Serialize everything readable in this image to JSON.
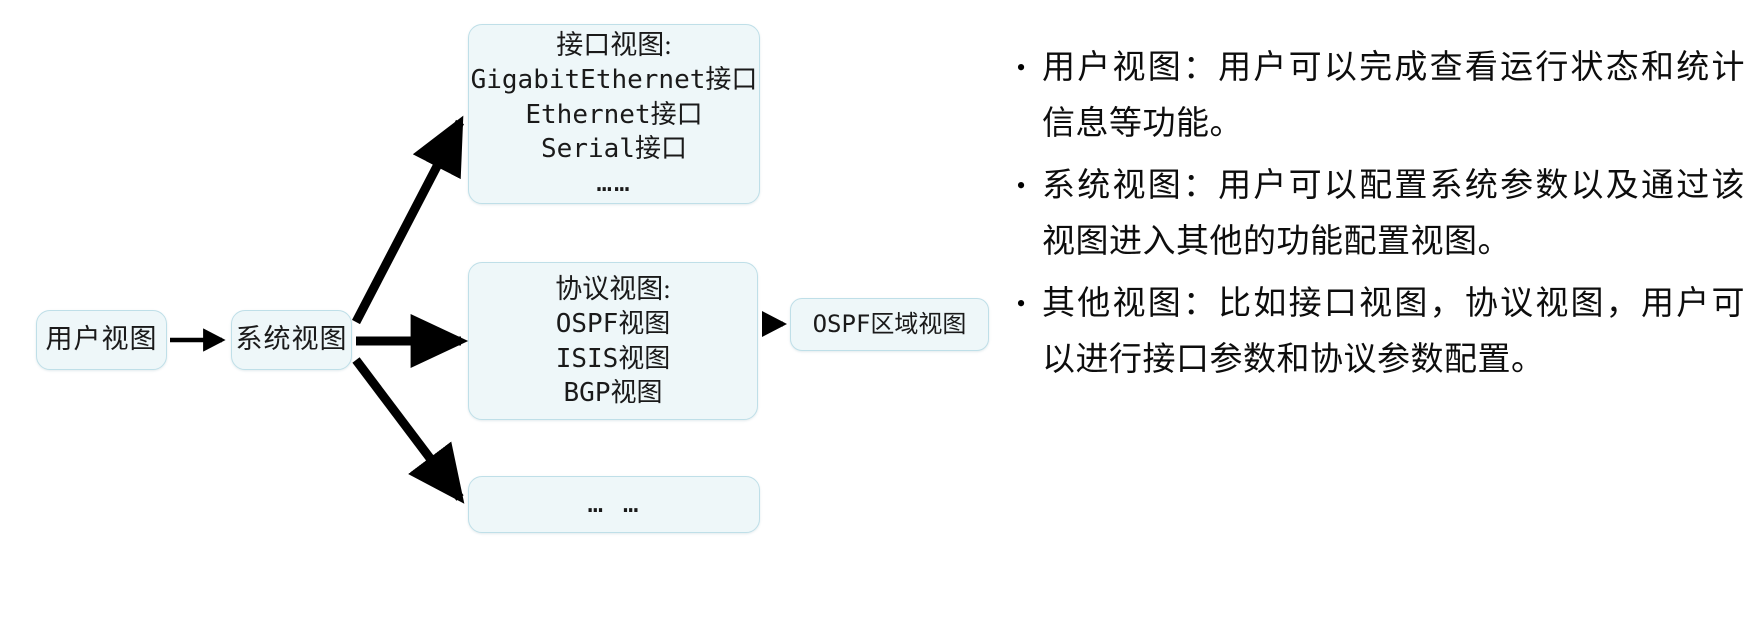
{
  "diagram": {
    "nodes": {
      "user_view": {
        "label": "用户视图"
      },
      "system_view": {
        "label": "系统视图"
      },
      "interface_view": {
        "title": "接口视图:",
        "lines": [
          "GigabitEthernet接口",
          "Ethernet接口",
          "Serial接口",
          "……"
        ]
      },
      "protocol_view": {
        "title": "协议视图:",
        "lines": [
          "OSPF视图",
          "ISIS视图",
          "BGP视图"
        ]
      },
      "other_view": {
        "label": "… …"
      },
      "ospf_area_view": {
        "label": "OSPF区域视图"
      }
    },
    "colors": {
      "node_fill": "#eef7f9",
      "node_border": "#bfdfe8",
      "arrow": "#000000",
      "text": "#1a1a1a"
    }
  },
  "bullets": {
    "marker": "•",
    "items": [
      {
        "text": "用户视图：用户可以完成查看运行状态和统计信息等功能。"
      },
      {
        "text": "系统视图：用户可以配置系统参数以及通过该视图进入其他的功能配置视图。"
      },
      {
        "text": "其他视图：比如接口视图，协议视图，用户可以进行接口参数和协议参数配置。"
      }
    ]
  }
}
